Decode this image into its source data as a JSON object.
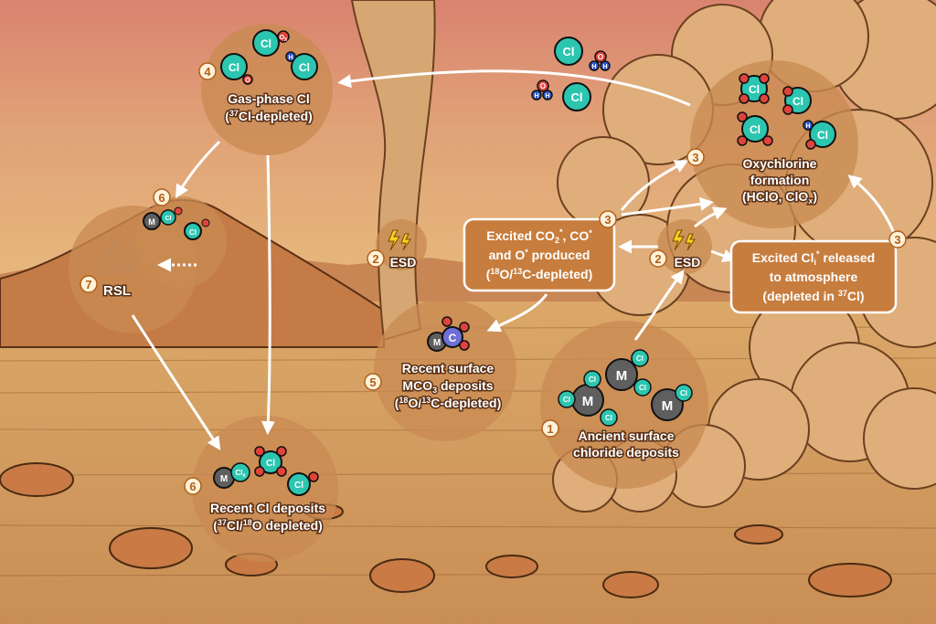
{
  "colors": {
    "sky_top": "#d9876e",
    "sky_bottom": "#e6b87a",
    "ground": "#d29a5c",
    "bubble": "#c98a52",
    "box_fill": "#c77d3e",
    "chlorine": "#2cc5b0",
    "metal": "#5f5f5f",
    "oxygen": "#e0433a",
    "hydrogen": "#2f57c9",
    "carbon": "#6f6fd8",
    "arrow": "#ffffff",
    "lightning": "#f6d41b"
  },
  "atoms": {
    "cl": "Cl",
    "o": "O",
    "h": "H",
    "m": "M",
    "c": "C",
    "ox_sub": "X",
    "cl_sub": "x"
  },
  "nodes": {
    "gas_phase": {
      "num": "4",
      "line1": "Gas-phase Cl",
      "line2_sup": "37",
      "line2": "Cl-depleted)"
    },
    "oxychlorine": {
      "num": "3",
      "line1": "Oxychlorine",
      "line2": "formation",
      "line3": "(HClO, ClO",
      "line3_sub": "x",
      "line3_end": ")"
    },
    "esd_left": {
      "num": "2",
      "label": "ESD"
    },
    "esd_right": {
      "num": "2",
      "label": "ESD"
    },
    "excited_co2": {
      "num": "3",
      "line1a": "Excited CO",
      "line1b": ", CO",
      "sub2": "2",
      "star": "*",
      "line2a": "and O",
      "line2b": " produced",
      "line3_sup1": "18",
      "line3_mid": "O/",
      "line3_sup2": "13",
      "line3_end": "C-depleted)"
    },
    "excited_cl": {
      "num": "3",
      "line1a": "Excited Cl",
      "line1_sub": "i",
      "line1_star": "*",
      "line1b": " released",
      "line2": "to atmosphere",
      "line3": "(depleted in ",
      "line3_sup": "37",
      "line3_end": "Cl)"
    },
    "carbonate": {
      "num": "5",
      "line1": "Recent surface",
      "line2a": "MCO",
      "line2_sub": "3",
      "line2b": " deposits",
      "line3_sup1": "18",
      "line3_mid": "O/",
      "line3_sup2": "13",
      "line3_end": "C-depleted)"
    },
    "chloride": {
      "num": "1",
      "line1": "Ancient surface",
      "line2": "chloride deposits"
    },
    "recent_cl": {
      "num": "6",
      "line1": "Recent Cl deposits",
      "line2_sup1": "37",
      "line2_mid": "Cl/",
      "line2_sup2": "18",
      "line2_end": "O depleted)"
    },
    "mound": {
      "num": "6"
    },
    "rsl": {
      "num": "7",
      "label": "RSL"
    },
    "step3_top": {
      "num": "3"
    }
  }
}
